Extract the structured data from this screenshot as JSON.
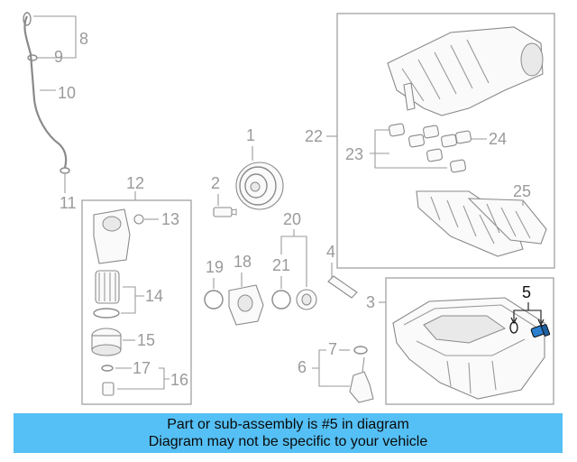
{
  "callouts": {
    "c1": "1",
    "c2": "2",
    "c3": "3",
    "c4": "4",
    "c5": "5",
    "c6": "6",
    "c7": "7",
    "c8": "8",
    "c9": "9",
    "c10": "10",
    "c11": "11",
    "c12": "12",
    "c13": "13",
    "c14": "14",
    "c15": "15",
    "c16": "16",
    "c17": "17",
    "c18": "18",
    "c19": "19",
    "c20": "20",
    "c21": "21",
    "c22": "22",
    "c23": "23",
    "c24": "24",
    "c25": "25"
  },
  "highlight_color": "#111111",
  "callout_color": "#9a9a9a",
  "caption": {
    "line1": "Part or sub-assembly is #5 in diagram",
    "line2": "Diagram may not be specific to your vehicle",
    "background": "#55c0f5"
  }
}
